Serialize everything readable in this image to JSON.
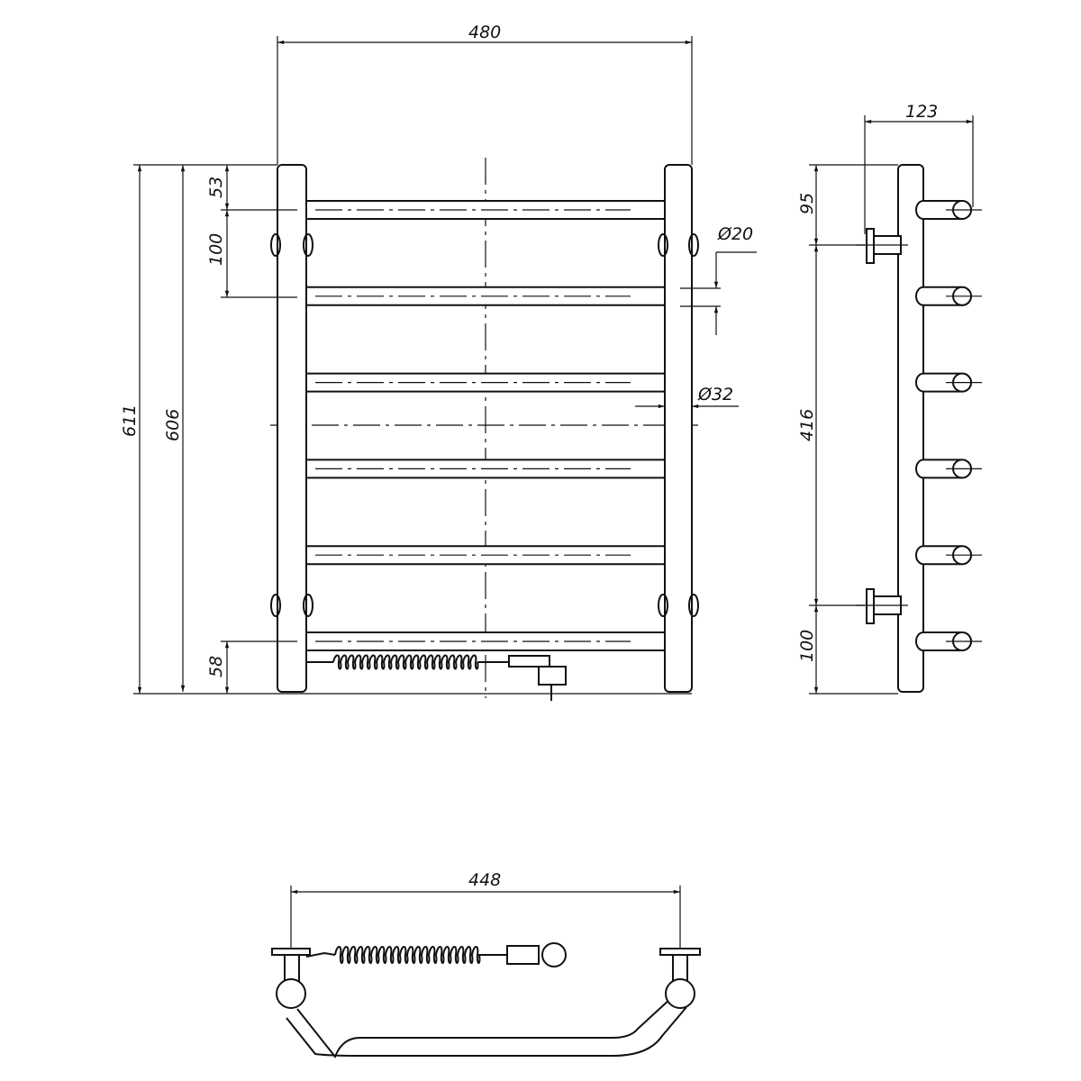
{
  "drawing": {
    "front_view": {
      "width_label": "480",
      "height_total_label": "611",
      "height_rail_label": "606",
      "top_offset_label": "53",
      "bar_pitch_label": "100",
      "bottom_offset_label": "58",
      "bar_diameter_label": "Ø20",
      "rail_diameter_label": "Ø32",
      "bar_count": 6
    },
    "side_view": {
      "depth_label": "123",
      "top_mount_label": "95",
      "mount_spacing_label": "416",
      "bottom_mount_label": "100"
    },
    "bottom_view": {
      "mount_width_label": "448"
    },
    "line_color": "#111111"
  }
}
